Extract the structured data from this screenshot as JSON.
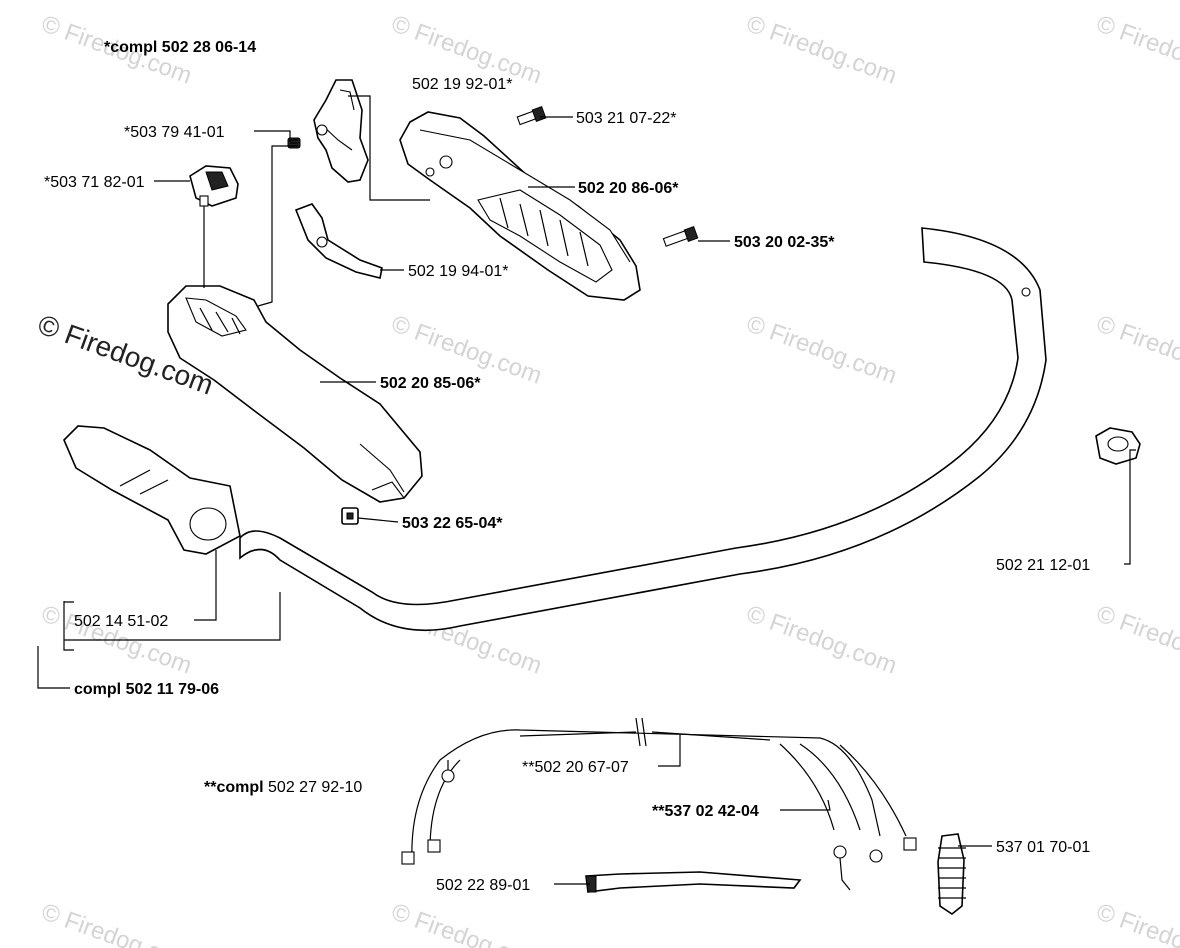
{
  "watermark": {
    "main_text": "© Firedog.com",
    "tiles": [
      "© Firedog.com",
      "© Firedog.com",
      "© Firedog.com",
      "© Firedog.com",
      "© Firedog.com",
      "© Firedog.com",
      "© Firedog.com",
      "© Firedog.com",
      "© Firedog.com",
      "© Firedog.com",
      "© Firedog.com",
      "© Firedog.com",
      "© Firedog.com",
      "© Firedog.com"
    ]
  },
  "labels": {
    "compl_502_28_06_14": "*compl 502 28 06-14",
    "p502_19_92_01": "502 19 92-01*",
    "p503_79_41_01": "*503 79 41-01",
    "p503_21_07_22": "503 21 07-22*",
    "p503_71_82_01": "*503 71 82-01",
    "p502_20_86_06": "502 20 86-06*",
    "p503_20_02_35": "503 20 02-35*",
    "p502_19_94_01": "502 19 94-01*",
    "p502_20_85_06": "502 20 85-06*",
    "p503_22_65_04": "503 22 65-04*",
    "p502_21_12_01": "502 21 12-01",
    "p502_14_51_02": "502 14 51-02",
    "compl_502_11_79_06": "compl 502 11 79-06",
    "p502_20_67_07": "**502 20 67-07",
    "compl_502_27_92_10_prefix": "**compl",
    "compl_502_27_92_10_number": " 502 27 92-10",
    "p537_02_42_04": "**537 02 42-04",
    "p537_01_70_01": "537 01 70-01",
    "p502_22_89_01": "502 22 89-01"
  }
}
